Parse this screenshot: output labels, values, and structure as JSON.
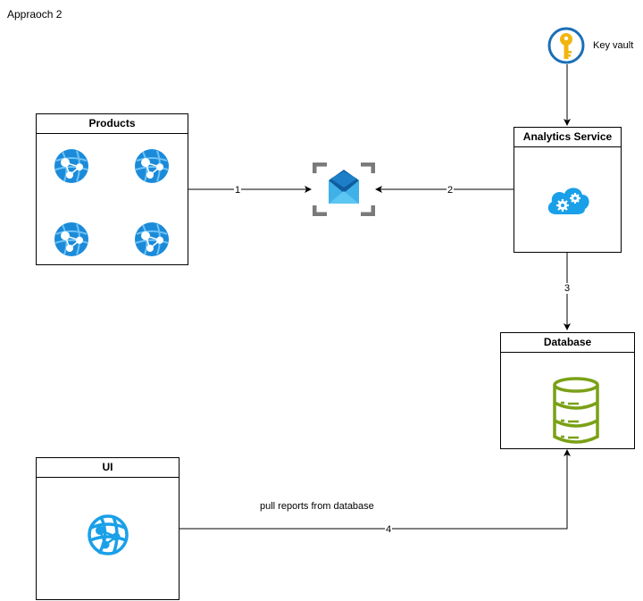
{
  "diagram": {
    "title": "Appraoch 2",
    "key_vault": {
      "label": "Key vault",
      "icon": "key-vault-icon"
    },
    "products": {
      "title": "Products",
      "icon": "app-service-web-icon"
    },
    "analytics": {
      "title": "Analytics Service",
      "icon": "cloud-gears-icon"
    },
    "database": {
      "title": "Database",
      "icon": "database-icon"
    },
    "ui": {
      "title": "UI",
      "icon": "web-globe-icon"
    },
    "queue": {
      "icon": "queue-envelope-icon"
    },
    "edges": [
      {
        "label": "1"
      },
      {
        "label": "2"
      },
      {
        "label": "3"
      },
      {
        "label": "4",
        "note": "pull reports from database"
      }
    ]
  },
  "colors": {
    "app_blue": "#1b8bd9",
    "cloud_blue": "#1aa0e8",
    "db_green": "#7aa116",
    "key_gold": "#f2b50f",
    "queue_grey": "#7a7a7a"
  }
}
